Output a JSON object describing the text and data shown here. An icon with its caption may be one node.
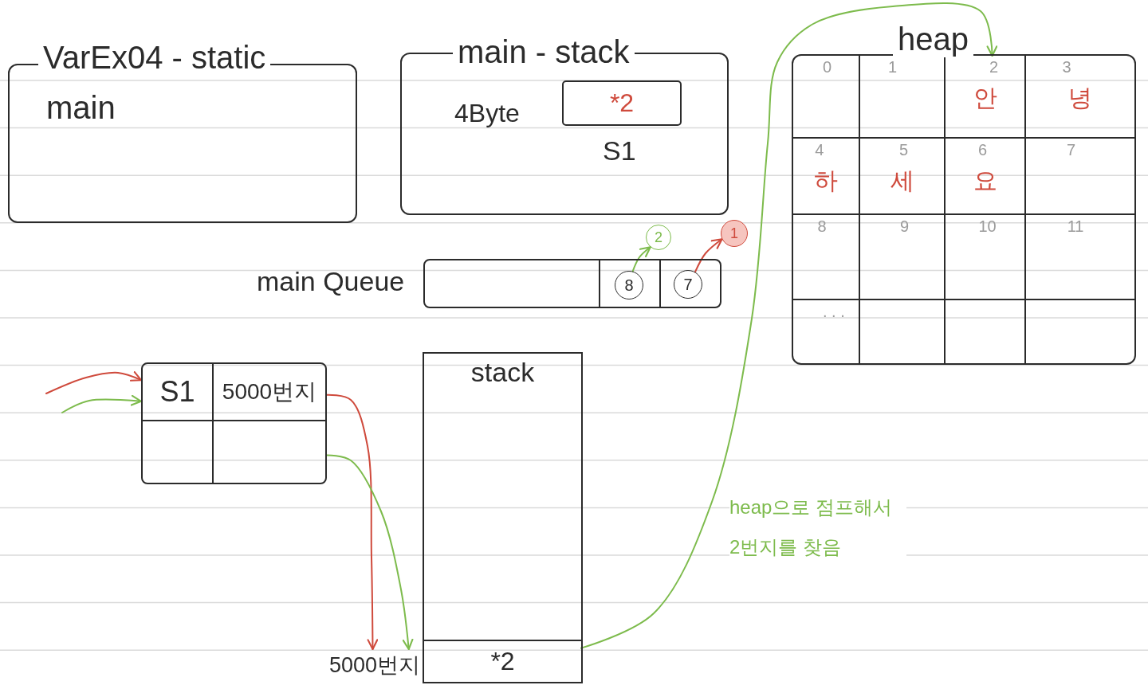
{
  "diagram": {
    "nodes": [
      {
        "text": [
          "VarEx04 - static",
          "main"
        ]
      },
      {
        "text": [
          "main - stack"
        ]
      },
      {
        "text": [
          "*2"
        ],
        "in": 1,
        "beside": [
          "4Byte",
          "S1"
        ]
      },
      {
        "text": [
          "main Queue"
        ]
      },
      {
        "text": [
          "8"
        ],
        "in": 3
      },
      {
        "text": [
          "7"
        ],
        "in": 3
      },
      {
        "text": [
          "2"
        ]
      },
      {
        "text": [
          "1"
        ]
      },
      {
        "text": [
          "heap"
        ]
      },
      {
        "text": [
          "0"
        ],
        "in": 8
      },
      {
        "text": [
          "1"
        ],
        "in": 8
      },
      {
        "text": [
          "2",
          "안"
        ],
        "in": 8
      },
      {
        "text": [
          "3",
          "녕"
        ],
        "in": 8
      },
      {
        "text": [
          "4",
          "하"
        ],
        "in": 8
      },
      {
        "text": [
          "5",
          "세"
        ],
        "in": 8
      },
      {
        "text": [
          "6",
          "요"
        ],
        "in": 8
      },
      {
        "text": [
          "7"
        ],
        "in": 8
      },
      {
        "text": [
          "8"
        ],
        "in": 8
      },
      {
        "text": [
          "9"
        ],
        "in": 8
      },
      {
        "text": [
          "10"
        ],
        "in": 8
      },
      {
        "text": [
          "11"
        ],
        "in": 8
      },
      {
        "text": [
          ". . ."
        ],
        "in": 8
      },
      {
        "text": [],
        "shape": "box",
        "in": 8
      },
      {
        "text": [],
        "shape": "box",
        "in": 8
      },
      {
        "text": [],
        "shape": "box",
        "in": 8
      },
      {
        "text": [
          "S1"
        ]
      },
      {
        "text": [
          "5000번지"
        ]
      },
      {
        "text": [],
        "shape": "box"
      },
      {
        "text": [],
        "shape": "box"
      },
      {
        "text": [
          "stack"
        ]
      },
      {
        "text": [
          "*2"
        ],
        "in": 29
      },
      {
        "text": [
          "5000번지"
        ]
      }
    ],
    "edges": [
      {
        "from": null,
        "to": 25,
        "arrow": "to",
        "color": "#cf4a3c"
      },
      {
        "from": null,
        "to": 25,
        "arrow": "to"
      },
      {
        "from": 26,
        "to": 31,
        "arrow": "to",
        "color": "#cf4a3c"
      },
      {
        "from": 28,
        "to": 31,
        "arrow": "to"
      },
      {
        "from": 30,
        "to": 11,
        "arrow": "to",
        "label": "heap으로 점프해서 2번지를 찾음"
      },
      {
        "from": 4,
        "to": 6,
        "arrow": "to"
      },
      {
        "from": 5,
        "to": 7,
        "arrow": "to",
        "color": "#cf4a3c"
      }
    ]
  }
}
